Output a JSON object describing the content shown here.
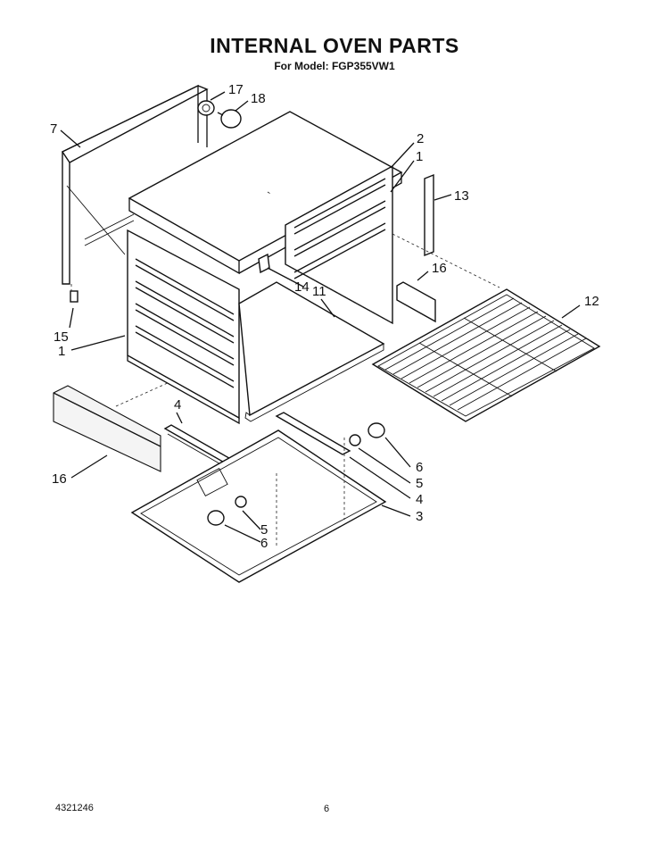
{
  "header": {
    "title": "INTERNAL OVEN PARTS",
    "subtitle": "For Model: FGP355VW1"
  },
  "footer": {
    "part_number": "4321246",
    "page_number": "6"
  },
  "callouts": {
    "c1a": "1",
    "c1b": "1",
    "c2": "2",
    "c3": "3",
    "c4a": "4",
    "c4b": "4",
    "c5a": "5",
    "c5b": "5",
    "c6a": "6",
    "c6b": "6",
    "c7": "7",
    "c11": "11",
    "c12": "12",
    "c13": "13",
    "c14": "14",
    "c15": "15",
    "c16a": "16",
    "c16b": "16",
    "c17": "17",
    "c18": "18"
  }
}
